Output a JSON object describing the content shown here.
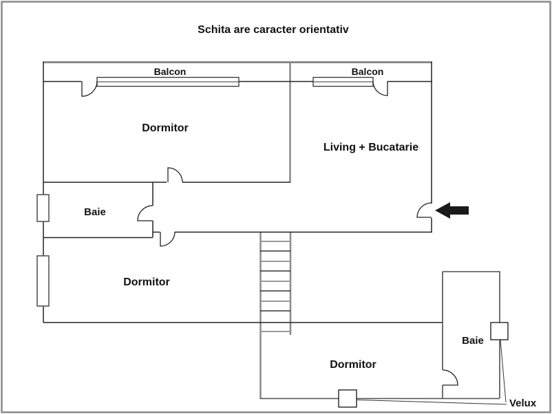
{
  "title": "Schita are caracter orientativ",
  "labels": {
    "balcon_left": "Balcon",
    "balcon_right": "Balcon",
    "dormitor_top_left": "Dormitor",
    "living_bucatarie": "Living + Bucatarie",
    "baie_left": "Baie",
    "dormitor_middle_left": "Dormitor",
    "dormitor_bottom_right": "Dormitor",
    "baie_bottom_right": "Baie",
    "velux": "Velux"
  },
  "colors": {
    "main_wall": "#222222",
    "secondary_wall": "#8a8a8a",
    "arrow": "#1a1a1a",
    "text": "#111111",
    "background": "#ffffff"
  }
}
